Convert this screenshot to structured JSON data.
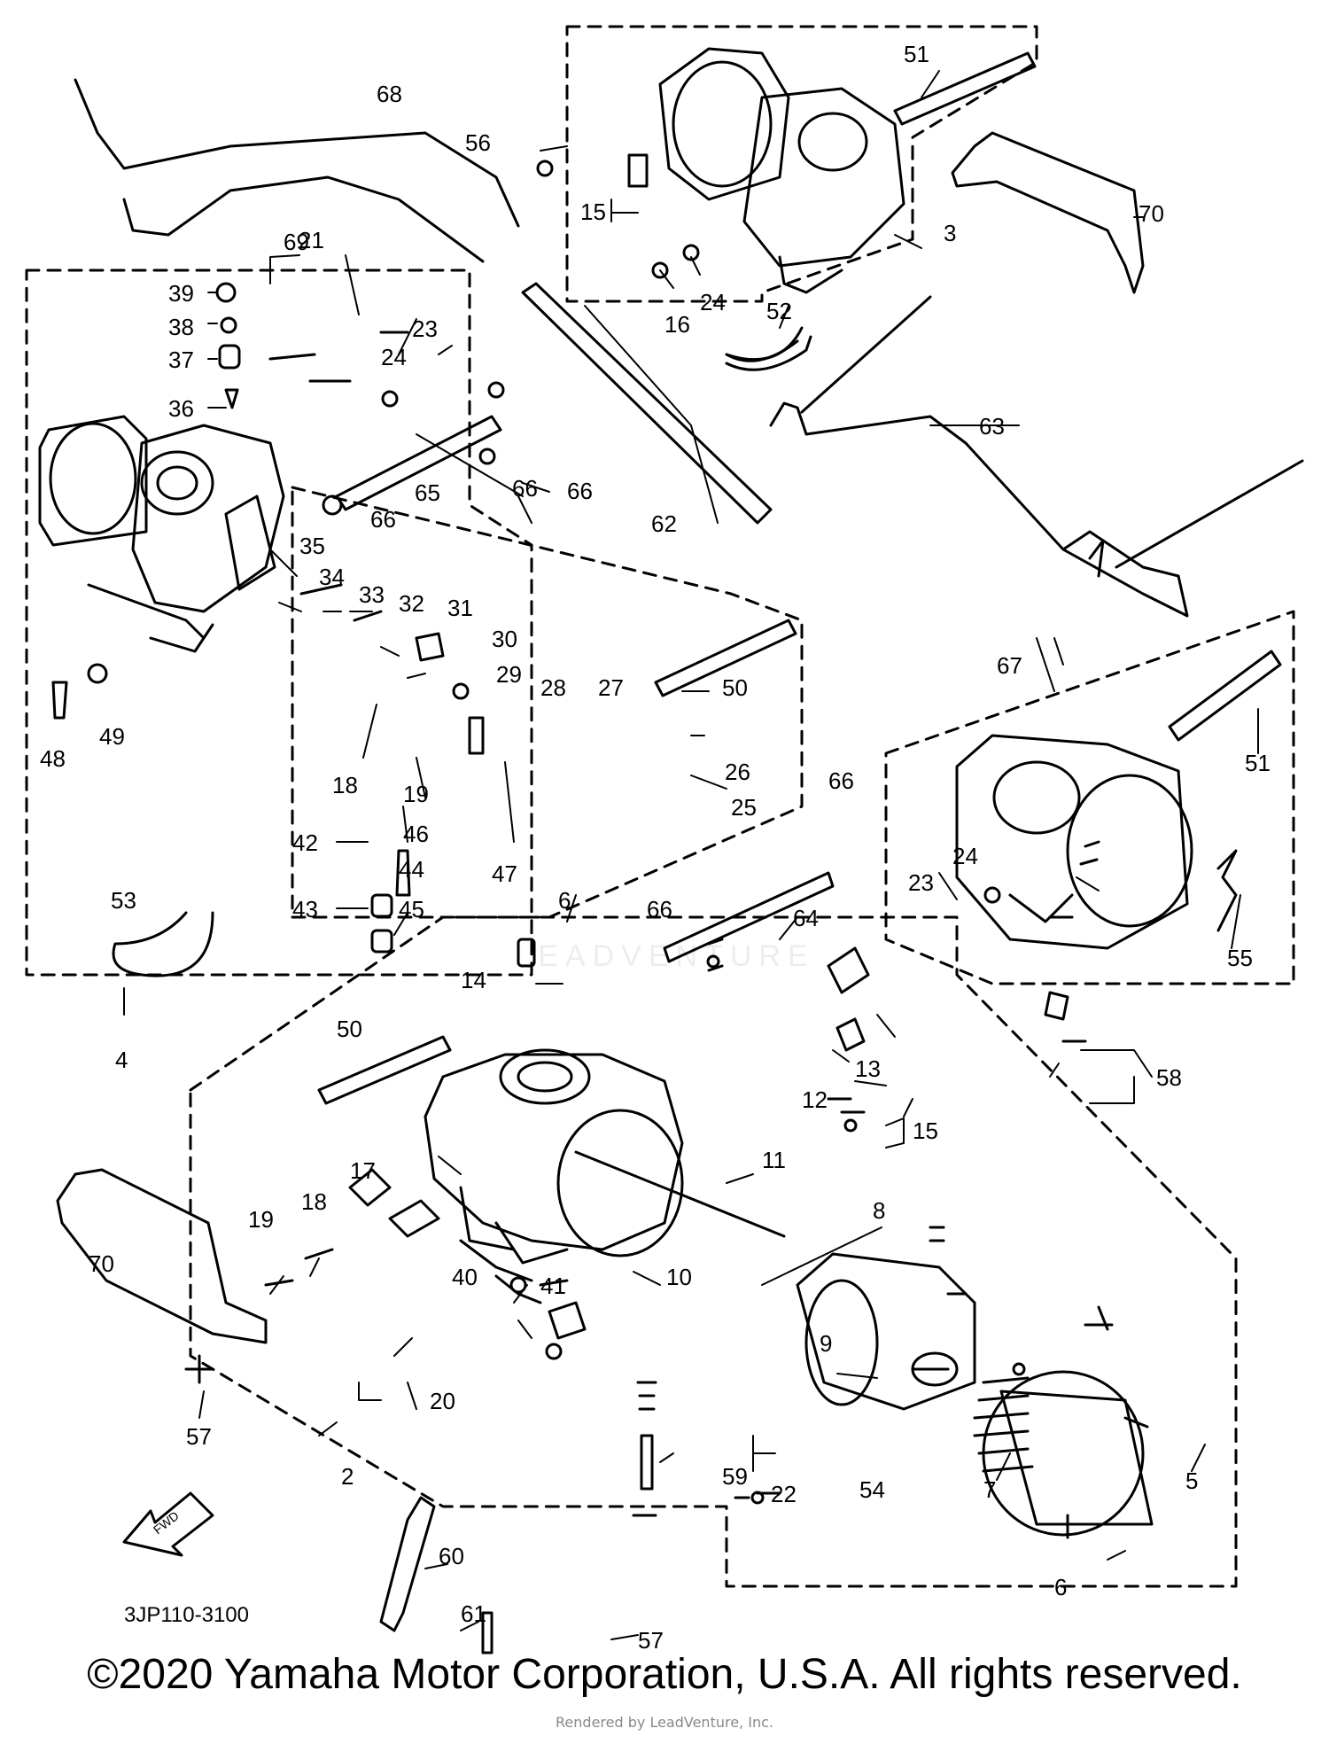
{
  "diagram": {
    "part_code": "3JP110-3100",
    "direction_label": "FWD",
    "watermark": "LEADVENTURE",
    "callouts": [
      "2",
      "3",
      "4",
      "5",
      "6",
      "6",
      "6",
      "7",
      "8",
      "9",
      "10",
      "11",
      "12",
      "13",
      "14",
      "15",
      "15",
      "16",
      "17",
      "18",
      "18",
      "19",
      "19",
      "20",
      "21",
      "22",
      "23",
      "23",
      "24",
      "24",
      "24",
      "25",
      "26",
      "27",
      "28",
      "29",
      "30",
      "31",
      "32",
      "33",
      "34",
      "35",
      "36",
      "37",
      "38",
      "39",
      "40",
      "41",
      "42",
      "43",
      "44",
      "45",
      "46",
      "47",
      "48",
      "49",
      "50",
      "50",
      "51",
      "51",
      "52",
      "53",
      "54",
      "55",
      "56",
      "57",
      "57",
      "58",
      "59",
      "60",
      "61",
      "62",
      "63",
      "64",
      "65",
      "66",
      "66",
      "66",
      "66",
      "66",
      "67",
      "68",
      "69",
      "70",
      "70"
    ]
  },
  "footer": {
    "copyright": "©2020 Yamaha Motor Corporation, U.S.A. All rights reserved.",
    "rendered_by": "Rendered by LeadVenture, Inc."
  }
}
